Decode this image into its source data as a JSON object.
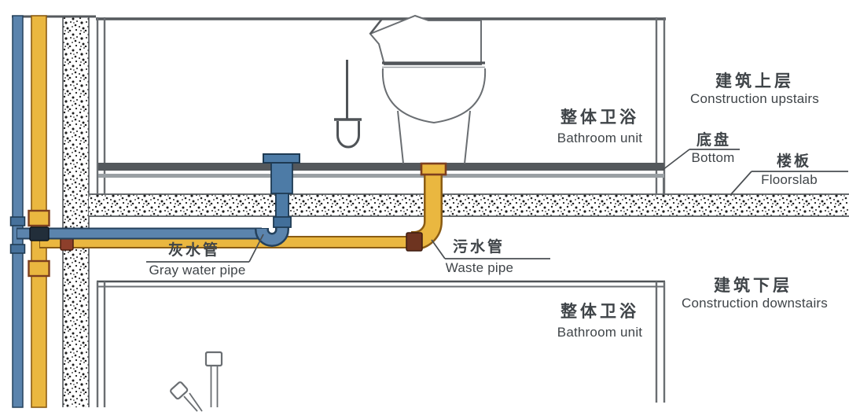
{
  "diagram": {
    "type": "construction-plumbing-cross-section",
    "labels": {
      "construction_upstairs": {
        "zh": "建筑上层",
        "en": "Construction upstairs"
      },
      "bathroom_unit_upper": {
        "zh": "整体卫浴",
        "en": "Bathroom unit"
      },
      "bottom_pan": {
        "zh": "底盘",
        "en": "Bottom"
      },
      "floorslab": {
        "zh": "楼板",
        "en": "Floorslab"
      },
      "gray_water_pipe": {
        "zh": "灰水管",
        "en": "Gray water pipe"
      },
      "waste_pipe": {
        "zh": "污水管",
        "en": "Waste pipe"
      },
      "bathroom_unit_lower": {
        "zh": "整体卫浴",
        "en": "Bathroom unit"
      },
      "construction_downstairs": {
        "zh": "建筑下层",
        "en": "Construction downstairs"
      }
    },
    "colors": {
      "waste_pipe_yellow": "#EAB740",
      "gray_water_pipe_blue": "#5B84AD",
      "pipe_fitting_brown": "#7D3F1F",
      "pipe_fitting_dark": "#2C3A48",
      "floor_pan_dark": "#54585C",
      "line_gray": "#6A6E72",
      "text_gray": "#3F4448"
    }
  }
}
